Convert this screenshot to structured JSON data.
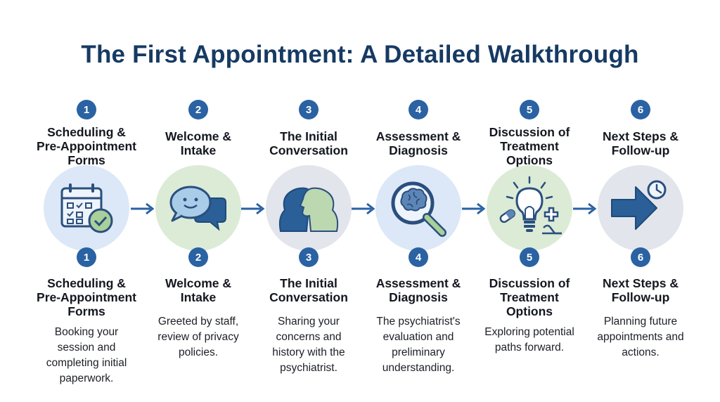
{
  "title": "The First Appointment: A Detailed Walkthrough",
  "colors": {
    "primary": "#2a62a3",
    "title": "#163a63",
    "circle_blue": "#dce8f7",
    "circle_green": "#dcebd6",
    "circle_gray": "#e3e5ec"
  },
  "steps": [
    {
      "number": "1",
      "title_lines": [
        "Scheduling &",
        "Pre-Appointment",
        "Forms"
      ],
      "description_lines": [
        "Booking your",
        "session and",
        "completing initial",
        "paperwork."
      ],
      "icon": "calendar-check-icon"
    },
    {
      "number": "2",
      "title_lines": [
        "Welcome &",
        "Intake"
      ],
      "description_lines": [
        "Greeted by staff,",
        "review of privacy",
        "policies."
      ],
      "icon": "chat-bubbles-icon"
    },
    {
      "number": "3",
      "title_lines": [
        "The Initial",
        "Conversation"
      ],
      "description_lines": [
        "Sharing your",
        "concerns and",
        "history with the",
        "psychiatrist."
      ],
      "icon": "two-heads-icon"
    },
    {
      "number": "4",
      "title_lines": [
        "Assessment &",
        "Diagnosis"
      ],
      "description_lines": [
        "The psychiatrist's",
        "evaluation and",
        "preliminary",
        "understanding."
      ],
      "icon": "brain-magnifier-icon"
    },
    {
      "number": "5",
      "title_lines": [
        "Discussion of",
        "Treatment",
        "Options"
      ],
      "description_lines": [
        "Exploring potential",
        "paths forward."
      ],
      "icon": "lightbulb-icon"
    },
    {
      "number": "6",
      "title_lines": [
        "Next Steps &",
        "Follow-up"
      ],
      "description_lines": [
        "Planning future",
        "appointments and",
        "actions."
      ],
      "icon": "arrow-clock-icon"
    }
  ]
}
